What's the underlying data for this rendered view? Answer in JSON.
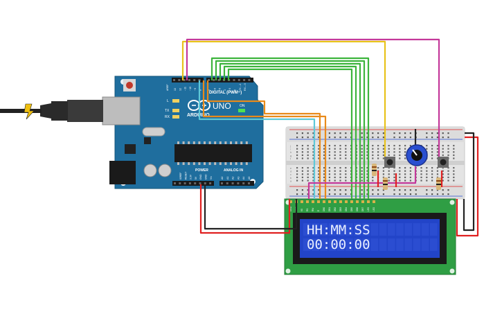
{
  "arduino": {
    "logo_text": "ARDUINO",
    "model": "UNO",
    "digital_label": "DIGITAL (PWM~)",
    "power_label": "POWER",
    "analog_label": "ANALOG IN",
    "on_label": "ON",
    "tx_label": "TX",
    "rx_label": "RX",
    "l_label": "L",
    "aref_label": "AREF",
    "digital_pins": [
      "13",
      "12",
      "~11",
      "~10",
      "~9",
      "8",
      "7",
      "~6",
      "~5",
      "4",
      "~3",
      "2",
      "TX→1",
      "RX←0"
    ],
    "power_pins": [
      "IOREF",
      "RESET",
      "3.3V",
      "5V",
      "GND",
      "GND",
      "Vin"
    ],
    "analog_pins": [
      "A0",
      "A1",
      "A2",
      "A3",
      "A4",
      "A5"
    ]
  },
  "lcd": {
    "line1": "HH:MM:SS",
    "line2": "00:00:00",
    "pins": [
      "GND",
      "VCC",
      "V0",
      "RS",
      "RW",
      "E",
      "DB0",
      "DB1",
      "DB2",
      "DB3",
      "DB4",
      "DB5",
      "DB6",
      "DB7",
      "LED",
      "LED"
    ],
    "backlight_color": "#2244c8",
    "pcb_color": "#2f9e44"
  },
  "breadboard": {
    "row_letters_top": [
      "a",
      "b",
      "c",
      "d",
      "e"
    ],
    "row_letters_bottom": [
      "f",
      "g",
      "h",
      "i",
      "j"
    ]
  },
  "wire_colors": {
    "red": "#e02020",
    "black": "#222222",
    "yellow": "#e8c21a",
    "magenta": "#c4389a",
    "green": "#3cb43c",
    "orange": "#e88a1a",
    "cyan": "#5ec8d8"
  }
}
